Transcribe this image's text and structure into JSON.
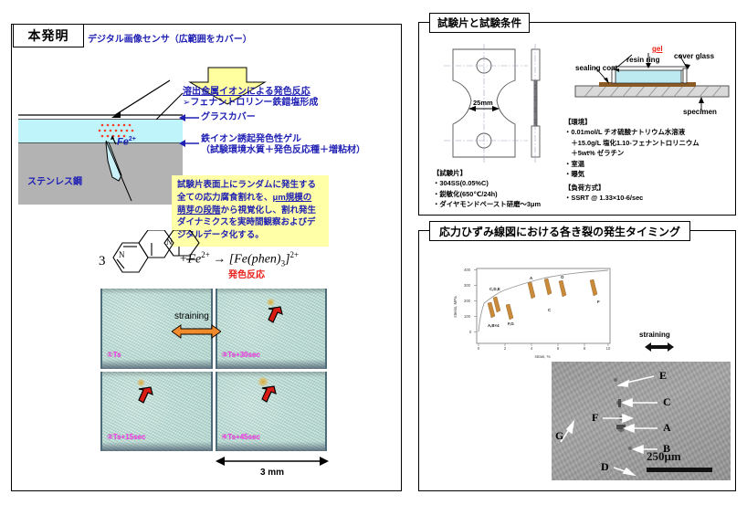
{
  "left": {
    "title": "本発明",
    "sensor_label": "デジタル画像センサ（広範囲をカバー）",
    "reaction_title": "溶出金属イオンによる発色反応",
    "reaction_sub": "➢フェナントロリンー鉄錯塩形成",
    "glass_cover": "グラスカバー",
    "gel_label_1": "鉄イオン誘起発色性ゲル",
    "gel_label_2": "（試験環境水質＋発色反応種＋増粘材）",
    "steel_label": "ステンレス鋼",
    "ion_label": "Fe",
    "ion_charge": "2+",
    "note_line1": "試験片表面上にランダムに発生する",
    "note_line2a": "全ての応力腐食割れを、",
    "note_line2b": "μm規模の",
    "note_line3a": "萌芽の段階",
    "note_line3b": "から視覚化し、割れ発生",
    "note_line4": "ダイナミクスを実時間観察およびデ",
    "note_line5": "ジタルデータ化する。",
    "chem_coefficient": "3",
    "chem_equation": "+Fe2+ → [Fe(phen)3]2+",
    "chem_note": "発色反応",
    "straining": "straining",
    "scale_bar": "3 mm",
    "photos": [
      {
        "label": "①Ts"
      },
      {
        "label": "③Ts+30sec"
      },
      {
        "label": "②Ts+15sec"
      },
      {
        "label": "④Ts+45sec"
      }
    ]
  },
  "top_right": {
    "title": "試験片と試験条件",
    "gauge_dim": "25mm",
    "labels": {
      "sealing_coat": "sealing coat",
      "resin_ring": "resin ring",
      "gel": "gel",
      "cover_glass": "cover glass",
      "specimen": "specimen"
    },
    "specimen_block": {
      "heading": "【試験片】",
      "lines": [
        "・304SS(0.05%C)",
        "・鋭敏化(650℃/24h)",
        "・ダイヤモンドペースト研磨～3μm"
      ]
    },
    "environment_block": {
      "heading": "【環境】",
      "lines": [
        "・0.01mol/L チオ硫酸ナトリウム水溶液",
        "　＋15.0g/L 塩化1.10-フェナントロリニウム",
        "　＋5wt% ゼラチン",
        "・室温",
        "・曝気"
      ]
    },
    "load_block": {
      "heading": "【負荷方式】",
      "lines": [
        "・SSRT @ 1.33×10-6/sec"
      ]
    }
  },
  "bottom_right": {
    "title": "応力ひずみ線図における各き裂の発生タイミング",
    "straining": "straining",
    "micrograph": {
      "scale_bar": "250μm",
      "markers": [
        "E",
        "C",
        "F",
        "A",
        "B",
        "G",
        "D"
      ]
    }
  },
  "chart_data": {
    "type": "line",
    "title": "",
    "xlabel": "strain, %",
    "ylabel": "stress, MPa",
    "xlim": [
      0,
      10
    ],
    "ylim": [
      0,
      400
    ],
    "xticks": [
      0,
      2,
      4,
      6,
      8,
      10
    ],
    "yticks": [
      0,
      100,
      200,
      300,
      400
    ],
    "grid": false,
    "series": [
      {
        "name": "stress-strain curve",
        "x": [
          0,
          0.4,
          0.8,
          1.4,
          2.2,
          3.0,
          4.0,
          5.0,
          6.0,
          7.0,
          8.0,
          9.0,
          9.6
        ],
        "y": [
          0,
          185,
          210,
          238,
          270,
          292,
          312,
          330,
          345,
          358,
          370,
          382,
          390
        ]
      }
    ],
    "annotations": [
      {
        "label": "A,B×4",
        "x": 1.1,
        "y": 225
      },
      {
        "label": "C,D,E",
        "x": 2.4,
        "y": 300
      },
      {
        "label": "F,G",
        "x": 3.6,
        "y": 268
      },
      {
        "label": "A",
        "x": 5.8,
        "y": 378
      },
      {
        "label": "C",
        "x": 6.1,
        "y": 320
      },
      {
        "label": "O",
        "x": 7.2,
        "y": 378
      },
      {
        "label": "F",
        "x": 9.0,
        "y": 330
      }
    ]
  }
}
